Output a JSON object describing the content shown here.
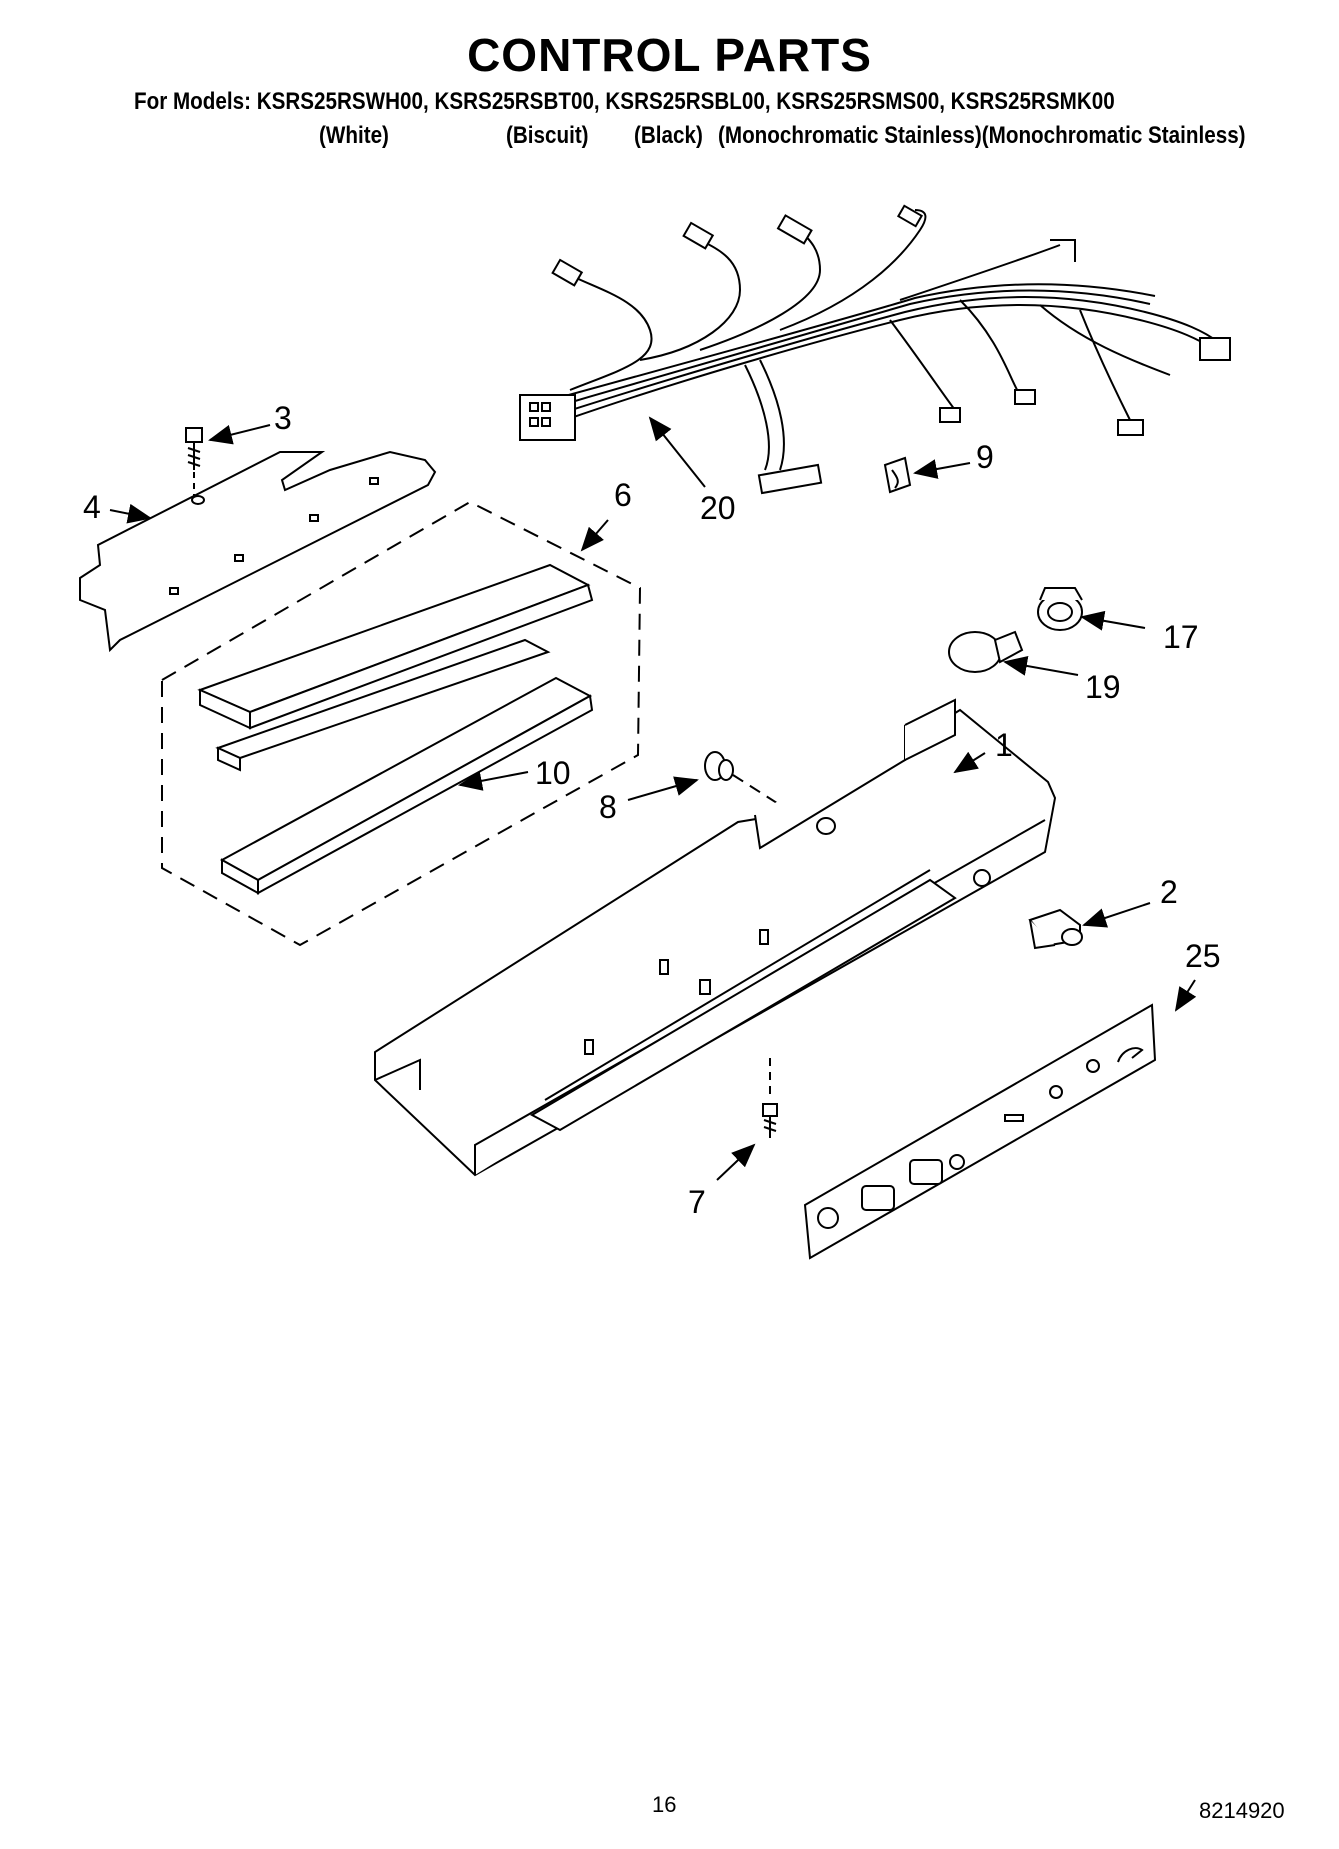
{
  "header": {
    "title": "CONTROL PARTS",
    "models_line": "For Models: KSRS25RSWH00, KSRS25RSBT00, KSRS25RSBL00, KSRS25RSMS00, KSRS25RSMK00",
    "colors": [
      "(White)",
      "(Biscuit)",
      "(Black)",
      "(Monochromatic Stainless)(Monochromatic Stainless)"
    ]
  },
  "callouts": {
    "c1": "1",
    "c2": "2",
    "c3": "3",
    "c4": "4",
    "c6": "6",
    "c7": "7",
    "c8": "8",
    "c9": "9",
    "c10": "10",
    "c17": "17",
    "c19": "19",
    "c20": "20",
    "c25": "25"
  },
  "footer": {
    "page_number": "16",
    "document_number": "8214920"
  }
}
